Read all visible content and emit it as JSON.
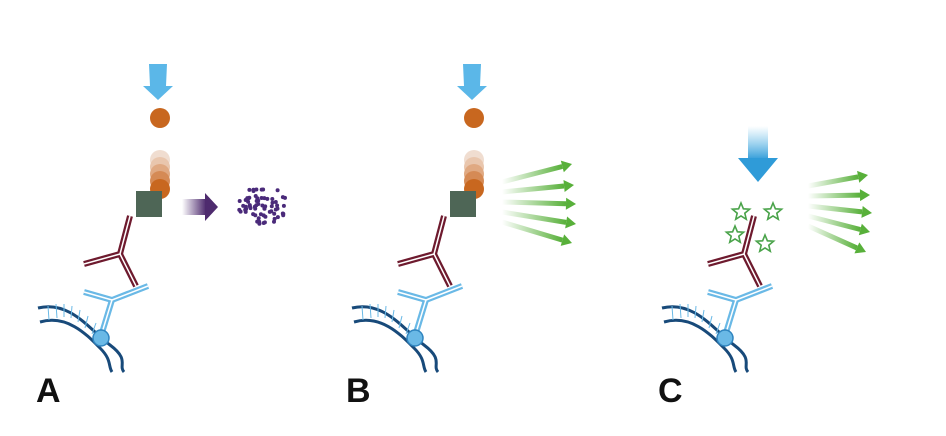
{
  "panels": [
    {
      "label": "A",
      "variant": "substrate-particles"
    },
    {
      "label": "B",
      "variant": "emitted-light"
    },
    {
      "label": "C",
      "variant": "fluorophore-stars"
    }
  ],
  "colors": {
    "background": "#ffffff",
    "incident_arrow": "#5bb7e8",
    "bead": "#c8671f",
    "bead_stack_light": "#f0ddd0",
    "enzyme_square": "#4e6656",
    "particle_arrow": "#4e2b6e",
    "particles": "#4a2a7a",
    "emission_arrows": "#58b03a",
    "star_outline": "#4aa34a",
    "detection_antibody": "#6e1a2e",
    "capture_antibody": "#6ab9e6",
    "dna_strand": "#184a7a",
    "label_text": "#111111"
  },
  "icons": [
    "incident-light-arrow-icon",
    "bead-icon",
    "enzyme-square-icon",
    "particle-cloud-icon",
    "emission-arrows-icon",
    "fluorophore-star-icon",
    "antibody-icon",
    "dna-strand-icon"
  ]
}
